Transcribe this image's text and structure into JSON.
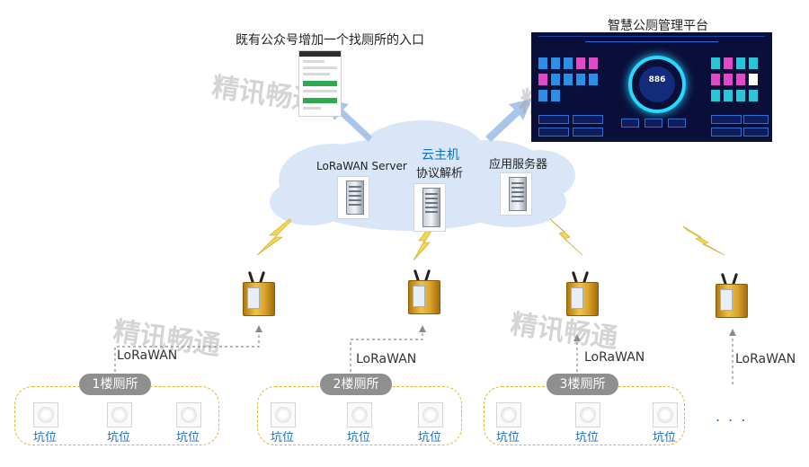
{
  "watermark": "精讯畅通",
  "public_account_caption": "既有公众号增加一个找厕所的入口",
  "platform_caption": "智慧公厕管理平台",
  "dashboard": {
    "center_value": "886"
  },
  "cloud": {
    "lorawan_server": "LoRaWAN Server",
    "cloud_host_title": "云主机",
    "cloud_host_sub": "协议解析",
    "app_server": "应用服务器"
  },
  "network_label": "LoRaWAN",
  "floors": [
    {
      "label": "1楼厕所",
      "pits": [
        "坑位",
        "坑位",
        "坑位"
      ]
    },
    {
      "label": "2楼厕所",
      "pits": [
        "坑位",
        "坑位",
        "坑位"
      ]
    },
    {
      "label": "3楼厕所",
      "pits": [
        "坑位",
        "坑位",
        "坑位"
      ]
    }
  ],
  "ellipsis": ". . .",
  "colors": {
    "accent_blue": "#1a6ec0",
    "gateway_gold": "#e0a82e",
    "zone_border": "#e6b422",
    "dashboard_bg": "#0a0f3a"
  }
}
